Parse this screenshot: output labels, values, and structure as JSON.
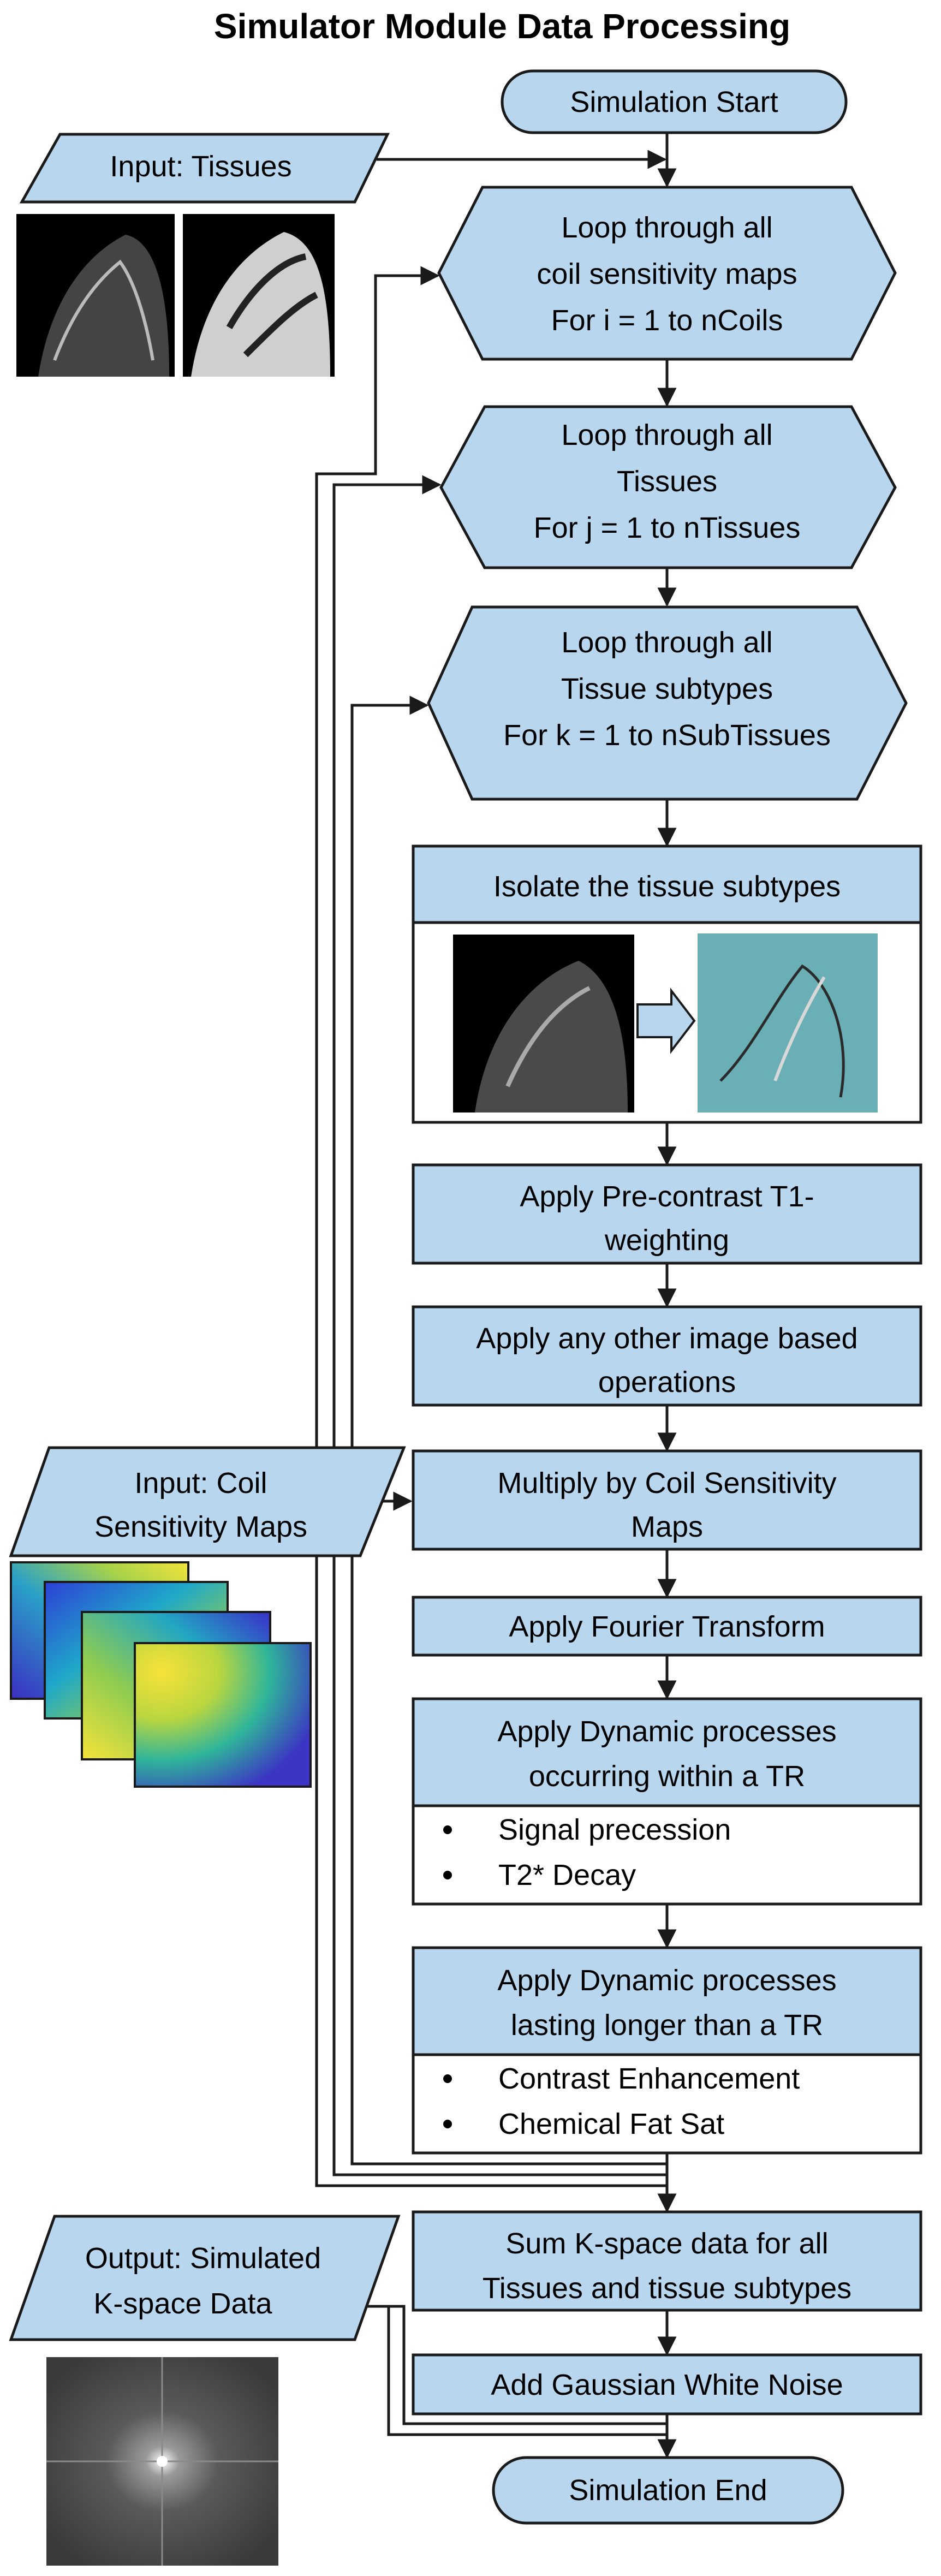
{
  "title": "Simulator Module Data Processing",
  "start": "Simulation Start",
  "end": "Simulation End",
  "input_tissues": "Input: Tissues",
  "input_coil": [
    "Input: Coil",
    "Sensitivity Maps"
  ],
  "output_kspace": [
    "Output: Simulated",
    "K-space Data"
  ],
  "loop_coils": [
    "Loop through all",
    "coil sensitivity maps",
    "For i = 1 to nCoils"
  ],
  "loop_tissues": [
    "Loop through all",
    "Tissues",
    "For j = 1 to nTissues"
  ],
  "loop_subtypes": [
    "Loop through all",
    "Tissue subtypes",
    "For k = 1 to nSubTissues"
  ],
  "isolate": "Isolate the tissue subtypes",
  "precontrast": [
    "Apply Pre-contrast T1-",
    "weighting"
  ],
  "other_ops": [
    "Apply any other image based",
    "operations"
  ],
  "multiply": [
    "Multiply by Coil Sensitivity",
    "Maps"
  ],
  "fourier": "Apply Fourier Transform",
  "dyn_within": {
    "header": [
      "Apply Dynamic processes",
      "occurring within a TR"
    ],
    "bullets": [
      "Signal precession",
      "T2* Decay"
    ]
  },
  "dyn_longer": {
    "header": [
      "Apply Dynamic processes",
      "lasting longer than a TR"
    ],
    "bullets": [
      "Contrast Enhancement",
      "Chemical Fat Sat"
    ]
  },
  "sum": [
    "Sum K-space data for all",
    "Tissues and tissue subtypes"
  ],
  "noise": "Add Gaussian White Noise",
  "colors": {
    "node_fill": "#b8d7ee",
    "node_stroke": "#1a1a1a",
    "line": "#1a1a1a"
  }
}
